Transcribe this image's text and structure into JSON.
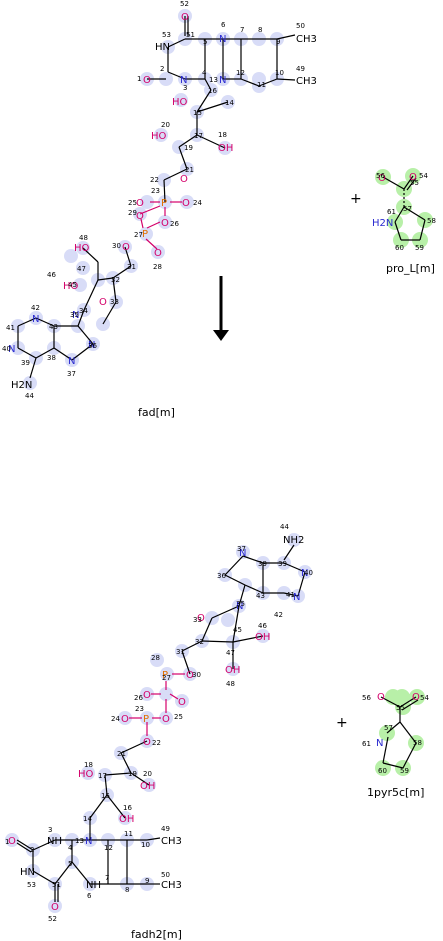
{
  "reaction": {
    "reactant_main": "fad[m]",
    "reactant_side": "pro_L[m]",
    "product_main": "fadh2[m]",
    "product_side": "1pyr5c[m]",
    "plus_symbol": "+",
    "colors": {
      "atom_map_highlight": "#d8dcf7",
      "changed_atom_highlight": "#b8f0a8",
      "oxygen": "#d4006a",
      "nitrogen": "#2a2ad0",
      "phosphorus": "#e07000"
    }
  },
  "fad": {
    "groups": {
      "ch3_a": "CH3",
      "ch3_b": "CH3",
      "nh": "HN",
      "ho_15": "HO",
      "ho_20": "HO",
      "oh_18": "OH",
      "ho_48": "HO",
      "ho_46": "HO",
      "h2n": "H2N"
    },
    "numbers": [
      "52",
      "6",
      "53",
      "51",
      "5",
      "7",
      "8",
      "9",
      "50",
      "1",
      "2",
      "4",
      "13",
      "12",
      "10",
      "49",
      "11",
      "3",
      "16",
      "15",
      "14",
      "20",
      "17",
      "18",
      "19",
      "21",
      "22",
      "25",
      "23",
      "24",
      "29",
      "27",
      "26",
      "28",
      "30",
      "48",
      "31",
      "47",
      "32",
      "46",
      "45",
      "33",
      "34",
      "42",
      "35",
      "41",
      "43",
      "36",
      "40",
      "39",
      "38",
      "37",
      "44"
    ]
  },
  "pro": {
    "numbers": [
      "56",
      "55",
      "54",
      "57",
      "61",
      "58",
      "60",
      "59"
    ],
    "h2n": "H2N"
  },
  "fadh2": {
    "groups": {
      "nh_3": "NH",
      "hn_53": "HN",
      "nh_6": "NH",
      "ch3_49": "CH3",
      "ch3_50": "CH3",
      "ho_18": "HO",
      "oh_20": "OH",
      "oh_16": "OH",
      "oh_46": "OH",
      "oh_48": "OH",
      "nh2": "NH2"
    },
    "numbers": [
      "44",
      "37",
      "39",
      "36",
      "34",
      "40",
      "35",
      "41",
      "43",
      "42",
      "33",
      "46",
      "45",
      "32",
      "47",
      "48",
      "31",
      "28",
      "27",
      "30",
      "26",
      "23",
      "24",
      "25",
      "22",
      "21",
      "18",
      "17",
      "19",
      "20",
      "16",
      "15",
      "14",
      "11",
      "13",
      "12",
      "10",
      "49",
      "3",
      "4",
      "1",
      "2",
      "5",
      "9",
      "53",
      "51",
      "6",
      "8",
      "50",
      "7",
      "52"
    ]
  },
  "pyr": {
    "numbers": [
      "56",
      "55",
      "54",
      "57",
      "61",
      "58",
      "60",
      "59"
    ]
  }
}
